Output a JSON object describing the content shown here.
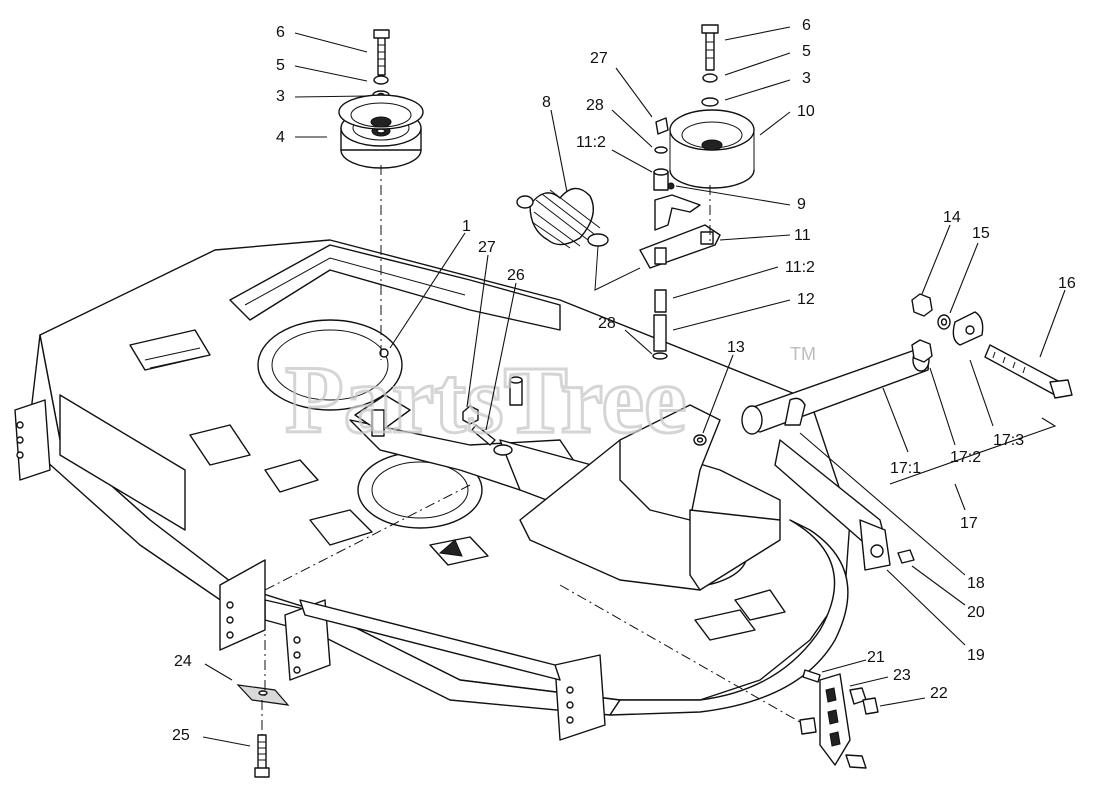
{
  "watermark": {
    "text": "PartsTree",
    "tm": "TM"
  },
  "callouts": {
    "c6a": "6",
    "c5a": "5",
    "c3a": "3",
    "c4": "4",
    "c6b": "6",
    "c5b": "5",
    "c3b": "3",
    "c10": "10",
    "c27a": "27",
    "c28a": "28",
    "c11_2a": "11:2",
    "c8": "8",
    "c9": "9",
    "c11": "11",
    "c11_2b": "11:2",
    "c12": "12",
    "c28b": "28",
    "c1": "1",
    "c27b": "27",
    "c26": "26",
    "c13": "13",
    "c14": "14",
    "c15": "15",
    "c16": "16",
    "c17_1": "17:1",
    "c17_2": "17:2",
    "c17_3": "17:3",
    "c17": "17",
    "c18": "18",
    "c20": "20",
    "c19": "19",
    "c21": "21",
    "c23": "23",
    "c22": "22",
    "c24": "24",
    "c25": "25"
  }
}
